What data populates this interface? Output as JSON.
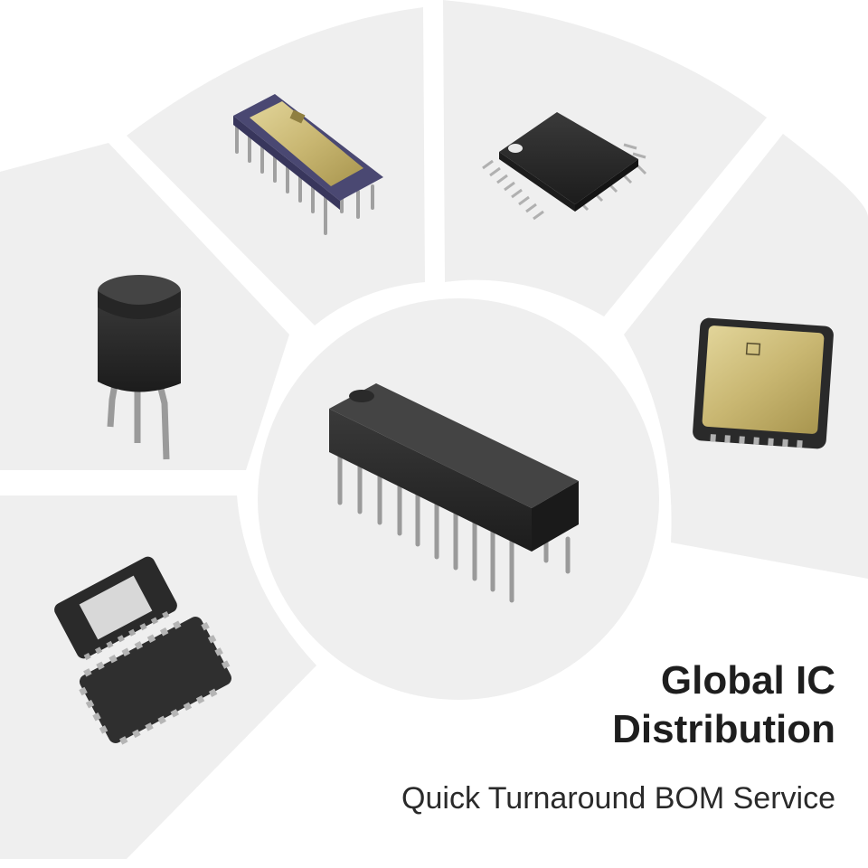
{
  "headline": {
    "line1": "Global IC",
    "line2": "Distribution"
  },
  "tagline": "Quick Turnaround BOM Service",
  "colors": {
    "background": "#ffffff",
    "segment": "#efefef",
    "chip_body": "#2b2b2b",
    "gold_lid": "#c9b772",
    "ceramic_purple": "#4a4872",
    "pin_silver": "#a8a8a8",
    "text": "#1e1e1e"
  },
  "icons": [
    "dip-ic-center-icon",
    "ceramic-dip-ic-icon",
    "qfp-chip-icon",
    "to92-transistor-icon",
    "gold-lid-package-icon",
    "plcc-chip-icon"
  ]
}
